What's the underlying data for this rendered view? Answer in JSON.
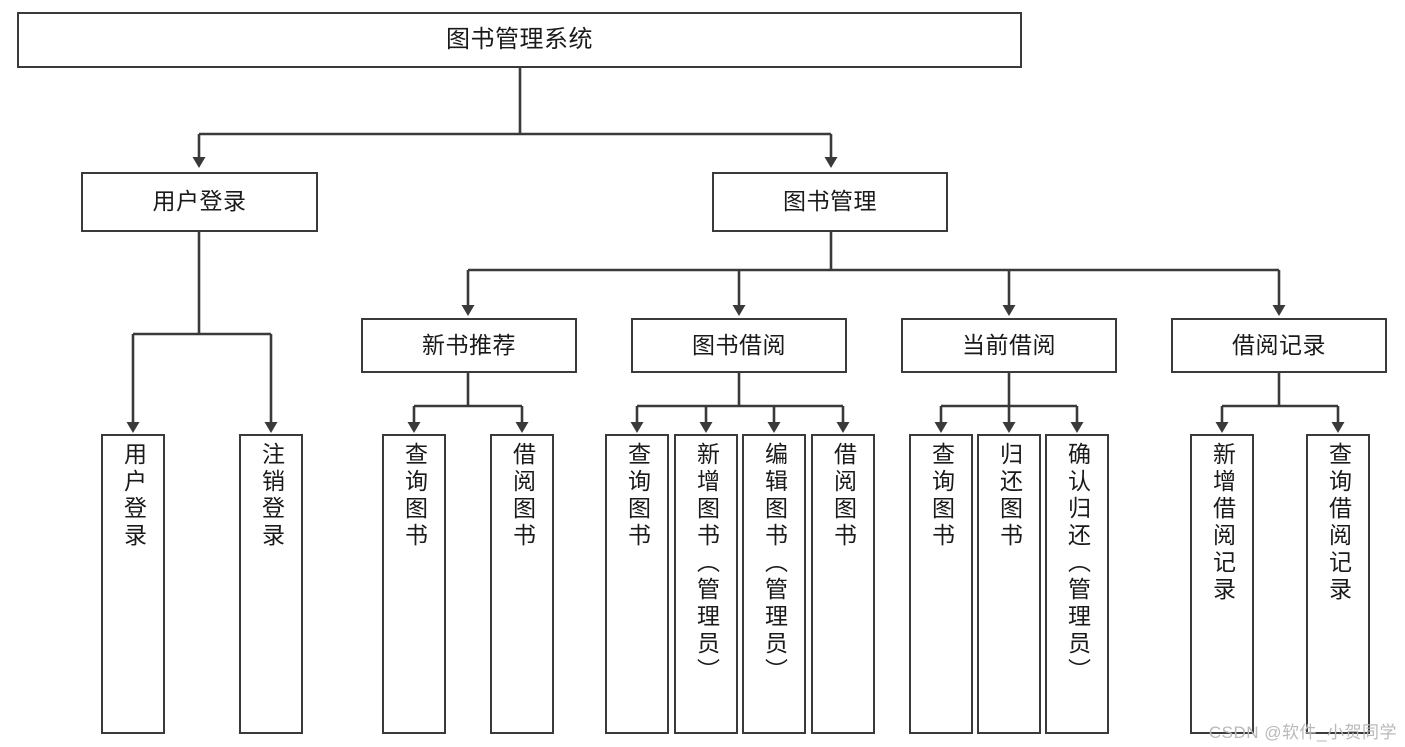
{
  "diagram": {
    "title": "图书管理系统",
    "type": "tree-hierarchy",
    "root": {
      "id": "root",
      "label": "图书管理系统"
    },
    "level2": [
      {
        "id": "user-login",
        "label": "用户登录"
      },
      {
        "id": "book-manage",
        "label": "图书管理"
      }
    ],
    "level3": [
      {
        "id": "new-book-recommend",
        "label": "新书推荐",
        "parent": "book-manage"
      },
      {
        "id": "book-borrow",
        "label": "图书借阅",
        "parent": "book-manage"
      },
      {
        "id": "current-borrow",
        "label": "当前借阅",
        "parent": "book-manage"
      },
      {
        "id": "borrow-record",
        "label": "借阅记录",
        "parent": "book-manage"
      }
    ],
    "leaves": {
      "user_login": [
        {
          "id": "leaf-user-login",
          "label": "用户登录"
        },
        {
          "id": "leaf-logout",
          "label": "注销登录"
        }
      ],
      "new_book_recommend": [
        {
          "id": "leaf-query-book-1",
          "label": "查询图书"
        },
        {
          "id": "leaf-borrow-book-1",
          "label": "借阅图书"
        }
      ],
      "book_borrow": [
        {
          "id": "leaf-query-book-2",
          "label": "查询图书"
        },
        {
          "id": "leaf-add-book",
          "label": "新增图书（管理员）"
        },
        {
          "id": "leaf-edit-book",
          "label": "编辑图书（管理员）"
        },
        {
          "id": "leaf-borrow-book-2",
          "label": "借阅图书"
        }
      ],
      "current_borrow": [
        {
          "id": "leaf-query-book-3",
          "label": "查询图书"
        },
        {
          "id": "leaf-return-book",
          "label": "归还图书"
        },
        {
          "id": "leaf-confirm-return",
          "label": "确认归还（管理员）"
        }
      ],
      "borrow_record": [
        {
          "id": "leaf-add-record",
          "label": "新增借阅记录"
        },
        {
          "id": "leaf-query-record",
          "label": "查询借阅记录"
        }
      ]
    }
  },
  "watermark": {
    "text": "CSDN @软件_小贺同学"
  },
  "colors": {
    "stroke": "#3a3a3a",
    "fill": "#ffffff",
    "text": "#1a1a1a",
    "watermark": "#b9b9b9"
  }
}
